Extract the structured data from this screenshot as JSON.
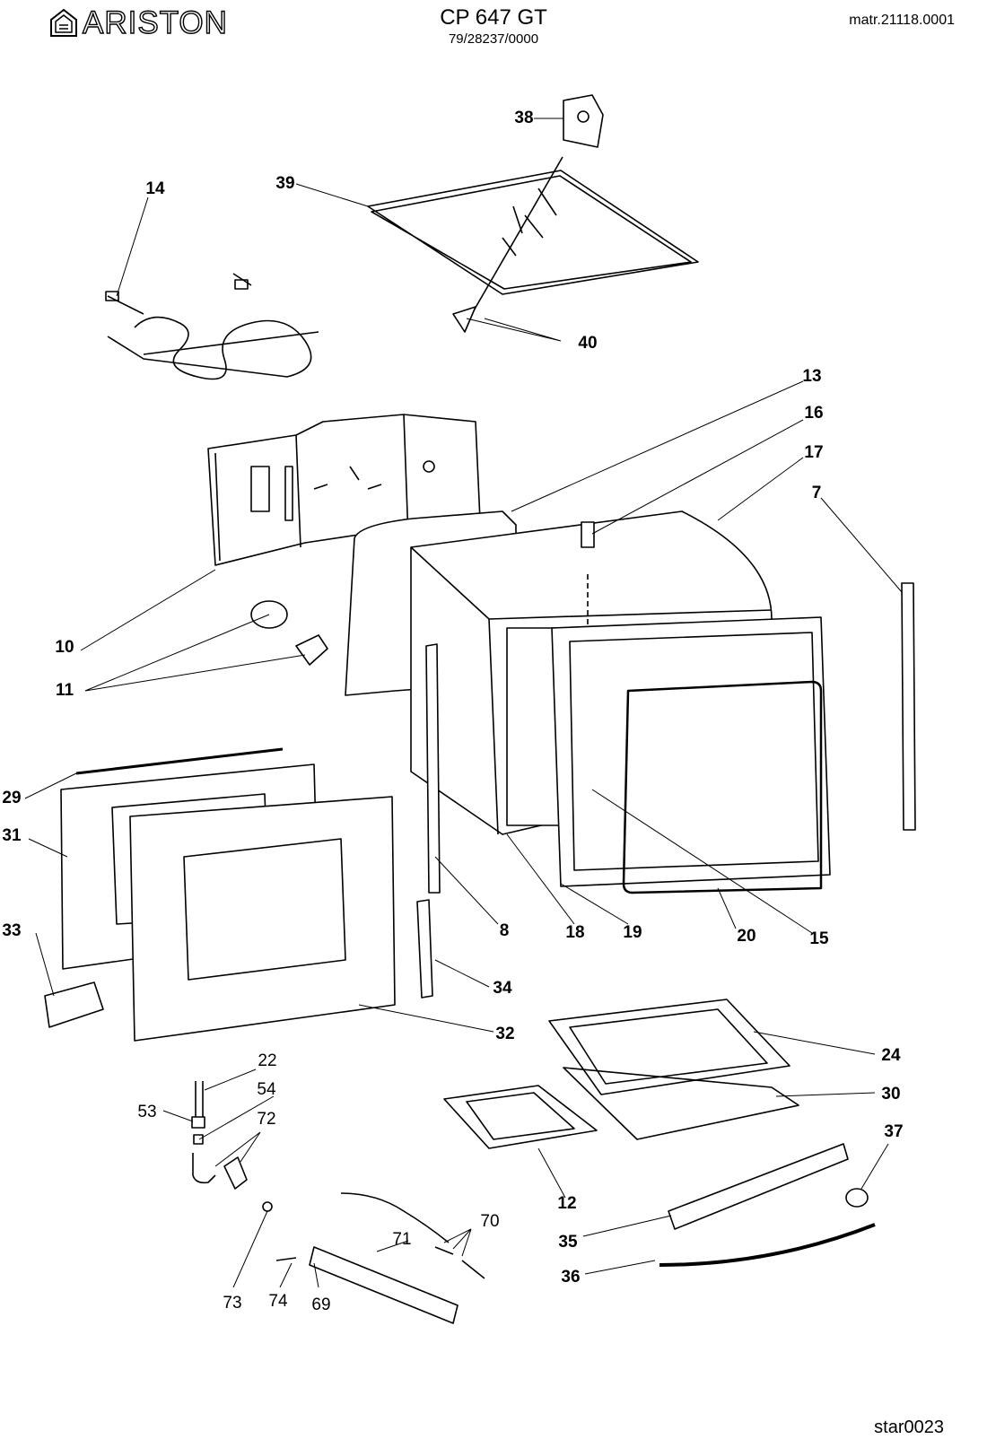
{
  "header": {
    "brand": "ARISTON",
    "model": "CP 647 GT",
    "code": "79/28237/0000",
    "matr": "matr.21118.0001"
  },
  "footer": {
    "ref": "star0023"
  },
  "parts": [
    {
      "id": "38",
      "bold": true
    },
    {
      "id": "39",
      "bold": true
    },
    {
      "id": "14",
      "bold": true
    },
    {
      "id": "40",
      "bold": true
    },
    {
      "id": "13",
      "bold": true
    },
    {
      "id": "16",
      "bold": true
    },
    {
      "id": "17",
      "bold": true
    },
    {
      "id": "7",
      "bold": true
    },
    {
      "id": "10",
      "bold": true
    },
    {
      "id": "11",
      "bold": true
    },
    {
      "id": "29",
      "bold": true
    },
    {
      "id": "31",
      "bold": true
    },
    {
      "id": "33",
      "bold": true
    },
    {
      "id": "8",
      "bold": true
    },
    {
      "id": "18",
      "bold": true
    },
    {
      "id": "19",
      "bold": true
    },
    {
      "id": "20",
      "bold": true
    },
    {
      "id": "15",
      "bold": true
    },
    {
      "id": "34",
      "bold": true
    },
    {
      "id": "32",
      "bold": true
    },
    {
      "id": "24",
      "bold": true
    },
    {
      "id": "30",
      "bold": true
    },
    {
      "id": "37",
      "bold": true
    },
    {
      "id": "12",
      "bold": true
    },
    {
      "id": "35",
      "bold": true
    },
    {
      "id": "36",
      "bold": true
    },
    {
      "id": "22",
      "bold": false
    },
    {
      "id": "54",
      "bold": false
    },
    {
      "id": "53",
      "bold": false
    },
    {
      "id": "72",
      "bold": false
    },
    {
      "id": "70",
      "bold": false
    },
    {
      "id": "71",
      "bold": false
    },
    {
      "id": "73",
      "bold": false
    },
    {
      "id": "74",
      "bold": false
    },
    {
      "id": "69",
      "bold": false
    }
  ]
}
